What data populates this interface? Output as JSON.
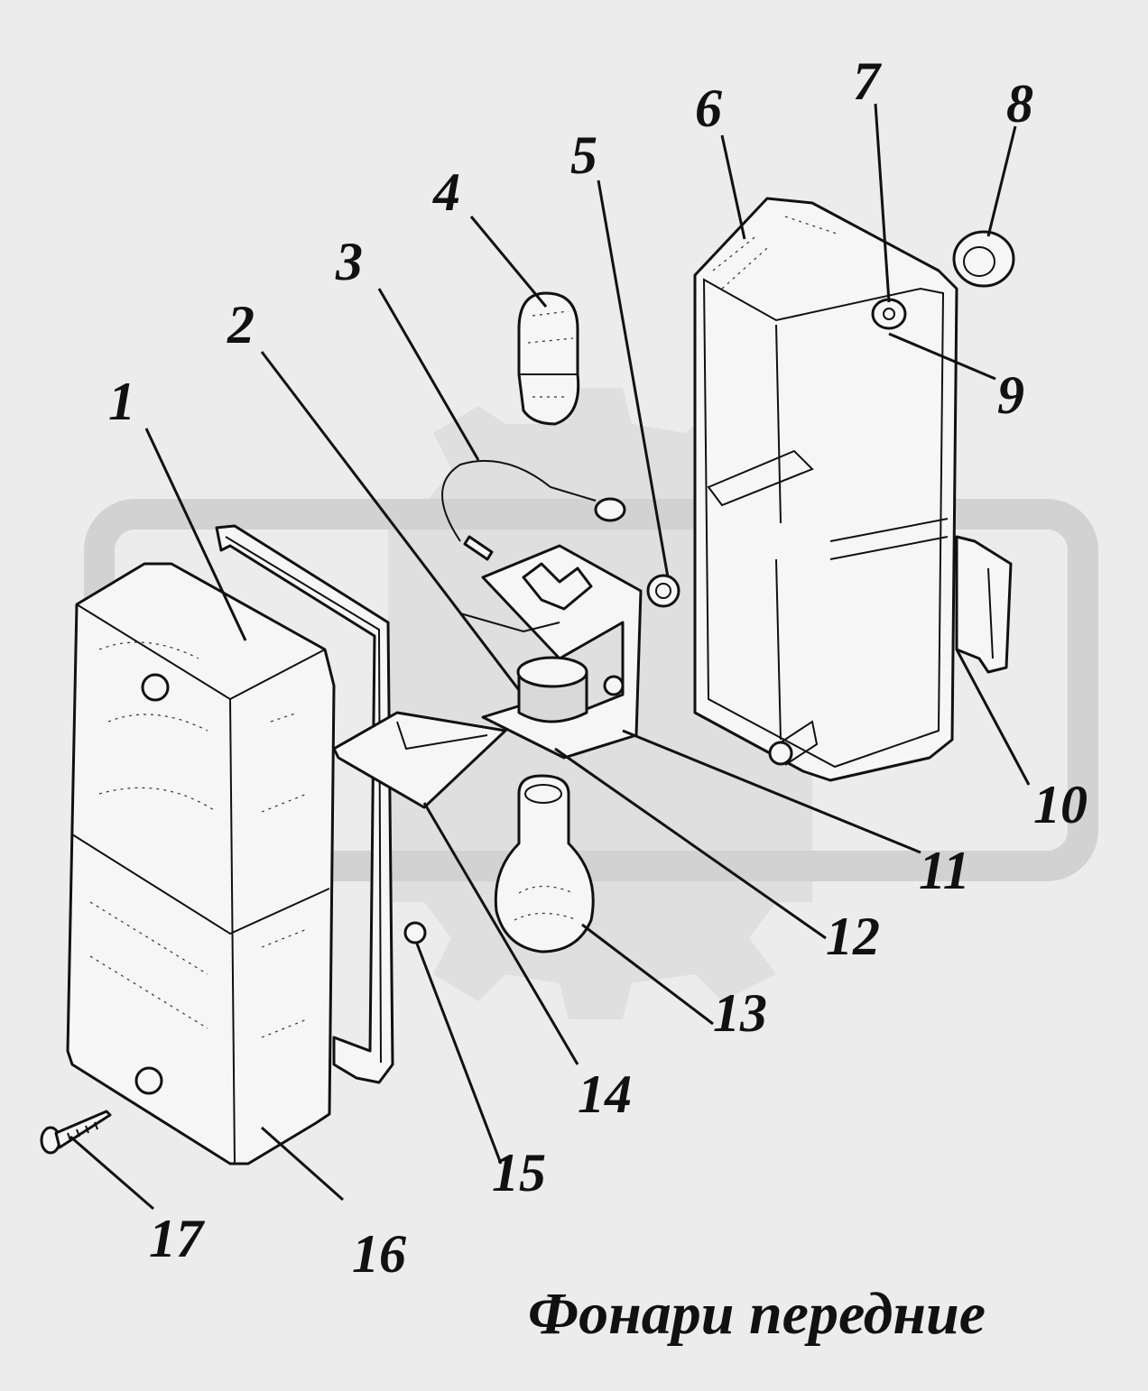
{
  "diagram": {
    "caption": "Фонари передние",
    "parts": [
      {
        "id": "1",
        "label": "1"
      },
      {
        "id": "2",
        "label": "2"
      },
      {
        "id": "3",
        "label": "3"
      },
      {
        "id": "4",
        "label": "4"
      },
      {
        "id": "5",
        "label": "5"
      },
      {
        "id": "6",
        "label": "6"
      },
      {
        "id": "7",
        "label": "7"
      },
      {
        "id": "8",
        "label": "8"
      },
      {
        "id": "9",
        "label": "9"
      },
      {
        "id": "10",
        "label": "10"
      },
      {
        "id": "11",
        "label": "11"
      },
      {
        "id": "12",
        "label": "12"
      },
      {
        "id": "13",
        "label": "13"
      },
      {
        "id": "14",
        "label": "14"
      },
      {
        "id": "15",
        "label": "15"
      },
      {
        "id": "16",
        "label": "16"
      },
      {
        "id": "17",
        "label": "17"
      }
    ],
    "colors": {
      "background": "#ececec",
      "ink": "#111111",
      "watermark": "#d4d4d4"
    }
  }
}
